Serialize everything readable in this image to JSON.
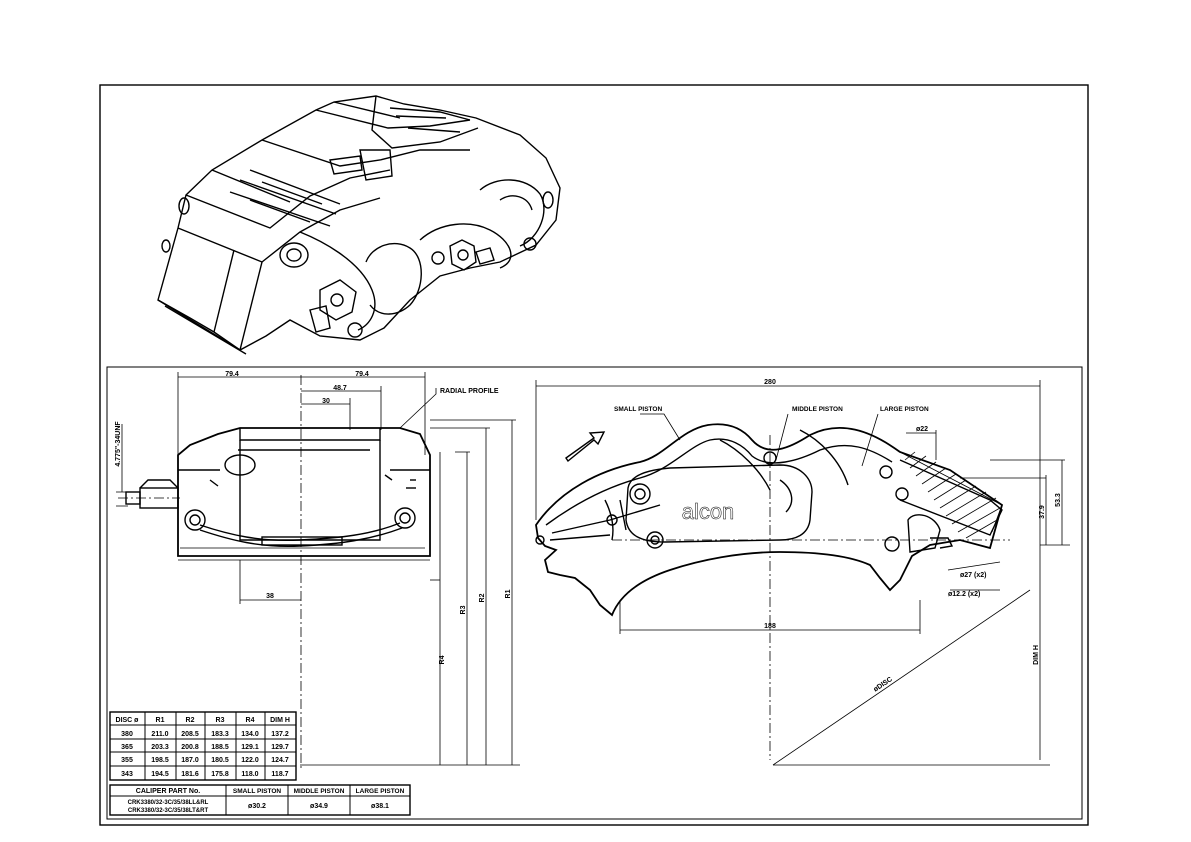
{
  "labels": {
    "radial_profile": "RADIAL PROFILE",
    "small_piston": "SMALL PISTON",
    "middle_piston": "MIDDLE PISTON",
    "large_piston": "LARGE PISTON",
    "brand": "alcon",
    "thread": "4.775\"-34UNF"
  },
  "dimensions": {
    "front_left": "79.4",
    "front_right": "79.4",
    "d1": "48.7",
    "d2": "30",
    "bottom_left": "38",
    "r1": "R1",
    "r2": "R2",
    "r3": "R3",
    "r4": "R4",
    "total_len": "280",
    "d22": "ø22",
    "h37": "37.9",
    "h53": "53.3",
    "bottom": "188",
    "dia_disc": "øDISC",
    "dim_h": "DIM H",
    "hole27": "ø27 (x2)",
    "hole12": "ø12.2 (x2)"
  },
  "disc_table": {
    "headers": [
      "DISC ø",
      "R1",
      "R2",
      "R3",
      "R4",
      "DIM H"
    ],
    "rows": [
      [
        "380",
        "211.0",
        "208.5",
        "183.3",
        "134.0",
        "137.2"
      ],
      [
        "365",
        "203.3",
        "200.8",
        "188.5",
        "129.1",
        "129.7"
      ],
      [
        "355",
        "198.5",
        "187.0",
        "180.5",
        "122.0",
        "124.7"
      ],
      [
        "343",
        "194.5",
        "181.6",
        "175.8",
        "118.0",
        "118.7"
      ]
    ]
  },
  "piston_table": {
    "headers": [
      "CALIPER PART No.",
      "SMALL PISTON",
      "MIDDLE PISTON",
      "LARGE PISTON"
    ],
    "part_numbers": [
      "CRK3380/32-3C/35/38LL&RL",
      "CRK3380/32-3C/35/38LT&RT"
    ],
    "small": "ø30.2",
    "middle": "ø34.9",
    "large": "ø38.1"
  }
}
